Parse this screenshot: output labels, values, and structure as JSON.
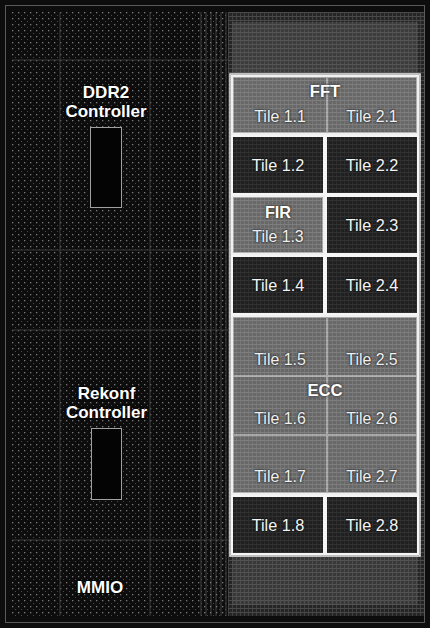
{
  "diagram": {
    "nodes": [
      {
        "text": [
          "DDR2 Controller"
        ]
      },
      {
        "text": [
          "Rekonf Controller"
        ]
      },
      {
        "text": [
          "FFT"
        ]
      },
      {
        "text": [
          "Tile 1.1"
        ],
        "in": 2
      },
      {
        "text": [
          "Tile 2.1"
        ],
        "in": 2
      },
      {
        "text": [
          "Tile 1.2"
        ]
      },
      {
        "text": [
          "Tile 2.2"
        ]
      },
      {
        "text": [
          "FIR"
        ]
      },
      {
        "text": [
          "Tile 1.3"
        ],
        "in": 7
      },
      {
        "text": [
          "Tile 2.3"
        ]
      },
      {
        "text": [
          "Tile 1.4"
        ]
      },
      {
        "text": [
          "Tile 2.4"
        ]
      },
      {
        "text": [
          "ECC"
        ]
      },
      {
        "text": [
          "Tile 1.5"
        ],
        "in": 12
      },
      {
        "text": [
          "Tile 2.5"
        ],
        "in": 12
      },
      {
        "text": [
          "Tile 1.6"
        ],
        "in": 12
      },
      {
        "text": [
          "Tile 2.6"
        ],
        "in": 12
      },
      {
        "text": [
          "Tile 1.7"
        ],
        "in": 12
      },
      {
        "text": [
          "Tile 2.7"
        ],
        "in": 12
      },
      {
        "text": [
          "Tile 1.8"
        ]
      },
      {
        "text": [
          "Tile 2.8"
        ]
      }
    ],
    "labels": [
      "MMIO"
    ]
  }
}
